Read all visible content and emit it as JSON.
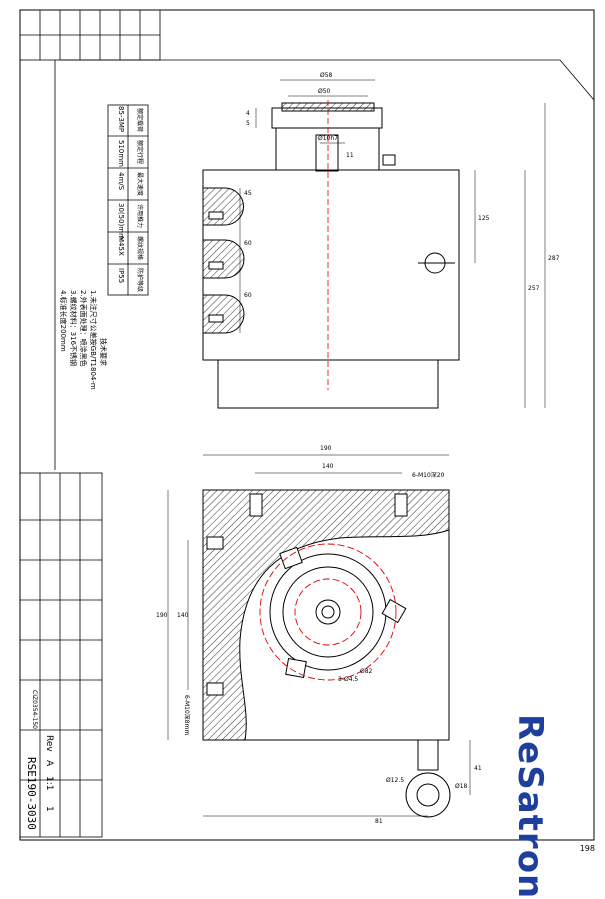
{
  "page": {
    "number": "198"
  },
  "brand": {
    "logo_text": "ReSatron",
    "color": "#1f3f9c"
  },
  "title_block": {
    "model": "RSE190-3030",
    "rev_label": "Rev",
    "rev_value": "A",
    "scale": "1:1",
    "sheet": "1",
    "code": "CIZ0354-150"
  },
  "spec_table": {
    "headers": [
      "额定载荷",
      "额定行程",
      "最大速度",
      "许用推力",
      "螺纹规格",
      "防护等级"
    ],
    "values": [
      "85-3MP",
      "510mm",
      "4m/S",
      "30(50)mm",
      "M45X",
      "IP55"
    ]
  },
  "notes": {
    "title": "技术要求",
    "items": [
      "1.未注尺寸公差按GB/T1804-m",
      "2.外表面处理：喷涂黑色",
      "3.螺纹材料：316不锈钢",
      "4.标准长度200mm"
    ]
  },
  "dimensions": {
    "top_width": "Ø58",
    "top_bore": "Ø50",
    "top_thread": "Ø10h7",
    "flange_a": "4",
    "flange_b": "5",
    "small": "11",
    "hole_a": "45",
    "hole_b": "60",
    "hole_c": "60",
    "side": "125",
    "height_a": "287",
    "height_b": "257",
    "plan_w": "190",
    "plan_inner": "140",
    "plan_h": "190",
    "plan_inner_h": "140",
    "tap_top": "6-M10深20",
    "tap_side": "6-M10深8mm",
    "circle": "Ø82",
    "pcd": "3-Ø4.5",
    "eye_a": "Ø12.5",
    "eye_b": "Ø18",
    "eye_h": "41",
    "eye_offset": "81"
  }
}
